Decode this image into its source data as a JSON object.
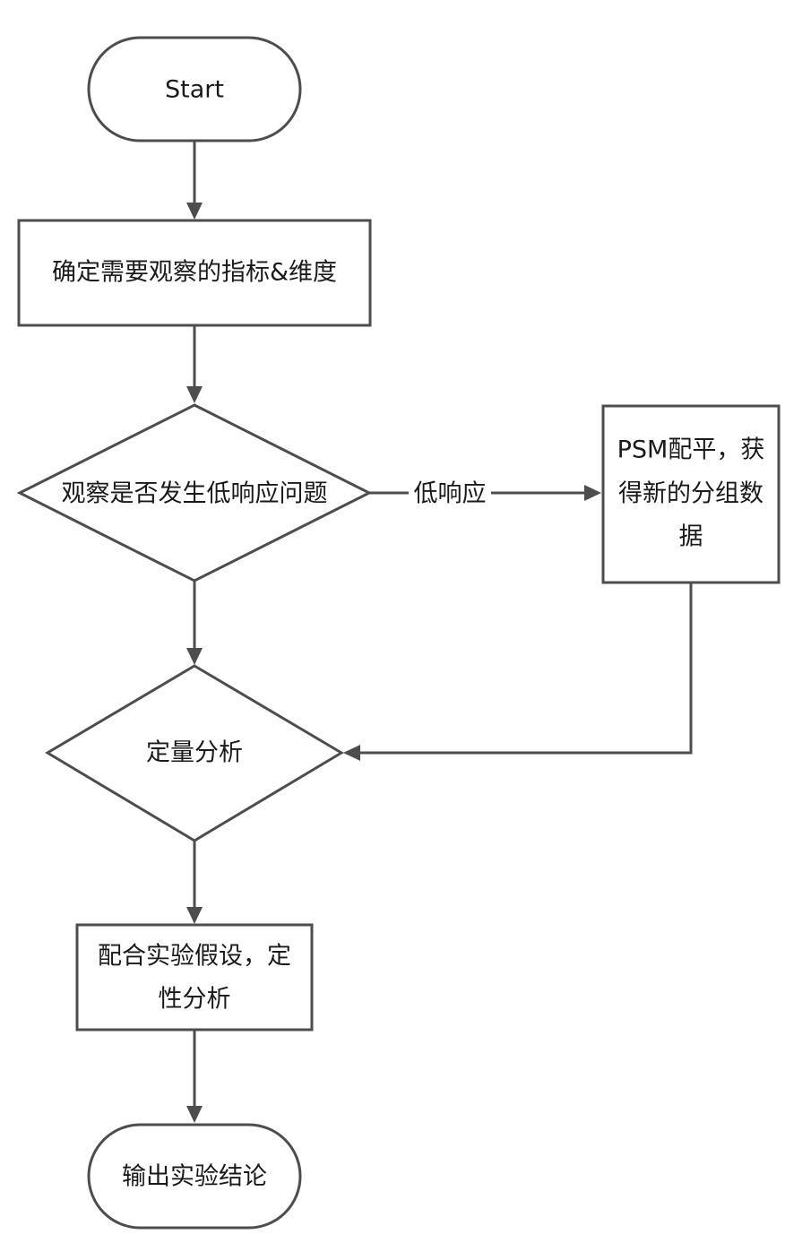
{
  "nodes": {
    "start": {
      "lines": [
        "Start"
      ]
    },
    "define_metrics": {
      "lines": [
        "确定需要观察的指标&维度"
      ]
    },
    "check_low_response": {
      "lines": [
        "观察是否发生低响应问题"
      ]
    },
    "psm_matching": {
      "lines": [
        "PSM配平，获",
        "得新的分组数",
        "据"
      ]
    },
    "quantitative_analysis": {
      "lines": [
        "定量分析"
      ]
    },
    "qualitative_analysis": {
      "lines": [
        "配合实验假设，定",
        "性分析"
      ]
    },
    "output_conclusion": {
      "lines": [
        "输出实验结论"
      ]
    }
  },
  "edges": {
    "low_response_label": "低响应"
  },
  "colors": {
    "stroke": "#4d4d4d",
    "text": "#1a1a1a",
    "background": "#ffffff"
  }
}
